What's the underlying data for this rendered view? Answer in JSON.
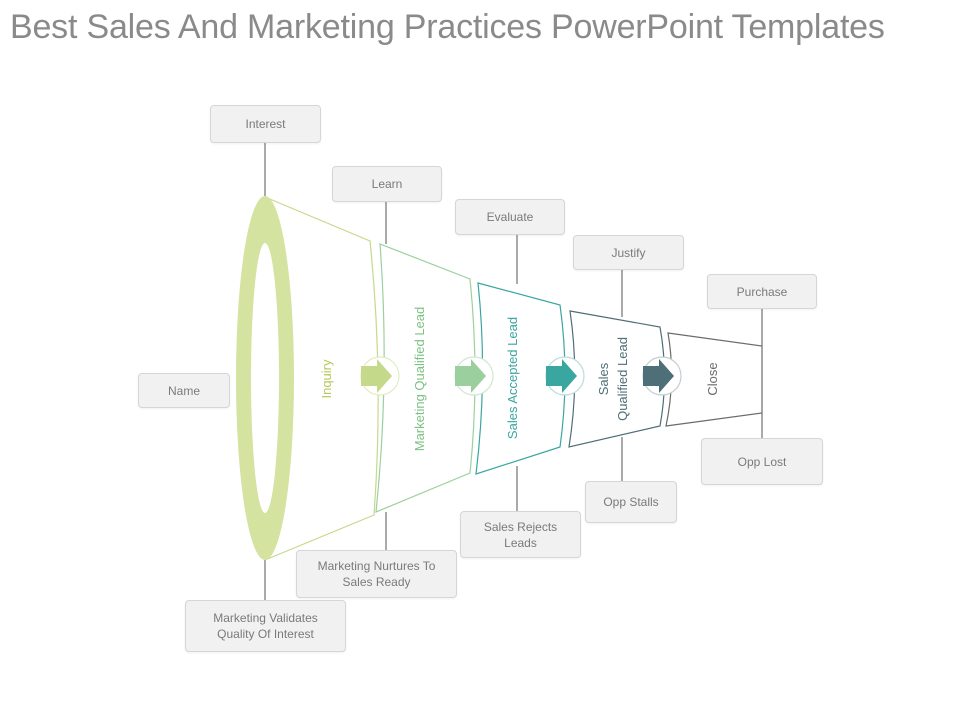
{
  "title": "Best Sales And Marketing Practices PowerPoint Templates",
  "colors": {
    "inquiry": "#c5d98a",
    "mql": "#9ccf9e",
    "sal": "#3aa6a0",
    "sql": "#4f6f78",
    "close": "#6b6b6b",
    "box_fill": "#f1f1f1",
    "connector": "#555555"
  },
  "stages": {
    "inquiry": "Inquiry",
    "mql": "Marketing Qualified Lead",
    "sal": "Sales Accepted Lead",
    "sql_line1": "Sales",
    "sql_line2": "Qualified Lead",
    "close": "Close"
  },
  "top_labels": {
    "interest": "Interest",
    "learn": "Learn",
    "evaluate": "Evaluate",
    "justify": "Justify",
    "purchase": "Purchase"
  },
  "side_labels": {
    "name": "Name"
  },
  "bottom_labels": {
    "marketing_validates": "Marketing Validates Quality Of Interest",
    "marketing_nurtures": "Marketing Nurtures To Sales Ready",
    "sales_rejects": "Sales Rejects Leads",
    "opp_stalls": "Opp Stalls",
    "opp_lost": "Opp Lost"
  },
  "icons": [
    "arrow-right-icon",
    "arrow-right-icon",
    "arrow-right-icon",
    "arrow-right-icon"
  ]
}
